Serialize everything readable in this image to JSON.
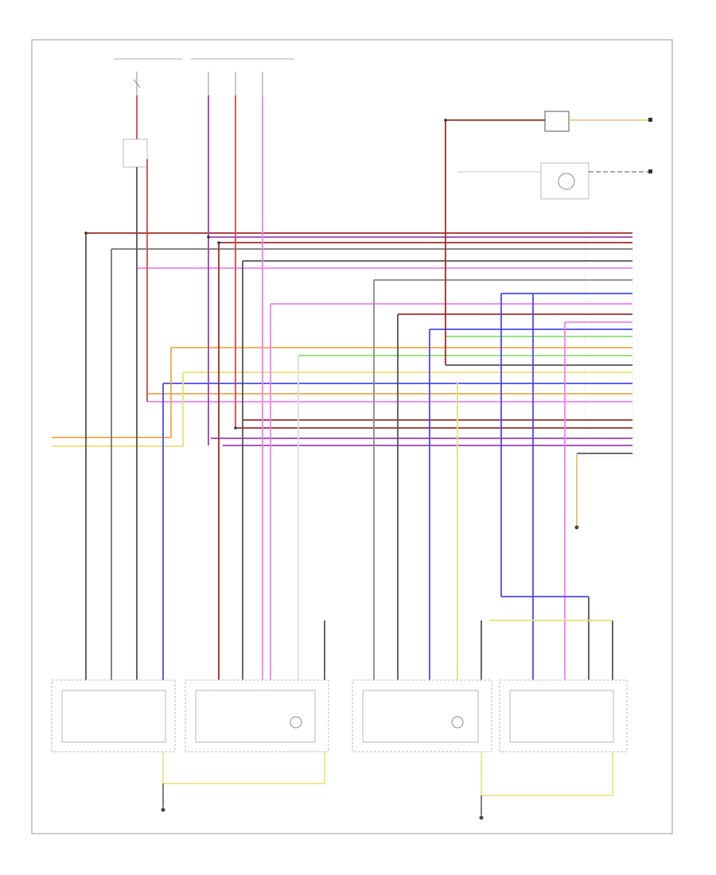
{
  "diagram": {
    "page_id": "",
    "colors": {
      "red": "#d24a4a",
      "dark_red": "#a12b2b",
      "violet": "#9b3fb5",
      "pink": "#f080f0",
      "orange": "#f2a64a",
      "yellow": "#e8e070",
      "green": "#8fdc6a",
      "blue": "#4a4af0",
      "gray": "#888888",
      "black": "#333333",
      "light_gray": "#cccccc"
    },
    "modules": [
      {
        "id": "lf",
        "title": "",
        "location": ""
      },
      {
        "id": "lr",
        "title": "",
        "location": ""
      },
      {
        "id": "rr",
        "title": "",
        "location": ""
      },
      {
        "id": "rf",
        "title": "",
        "location": ""
      }
    ],
    "grounds": [
      {
        "id": "g_left",
        "label": ""
      },
      {
        "id": "g_right",
        "label": ""
      },
      {
        "id": "g_cluster",
        "label": ""
      }
    ]
  }
}
